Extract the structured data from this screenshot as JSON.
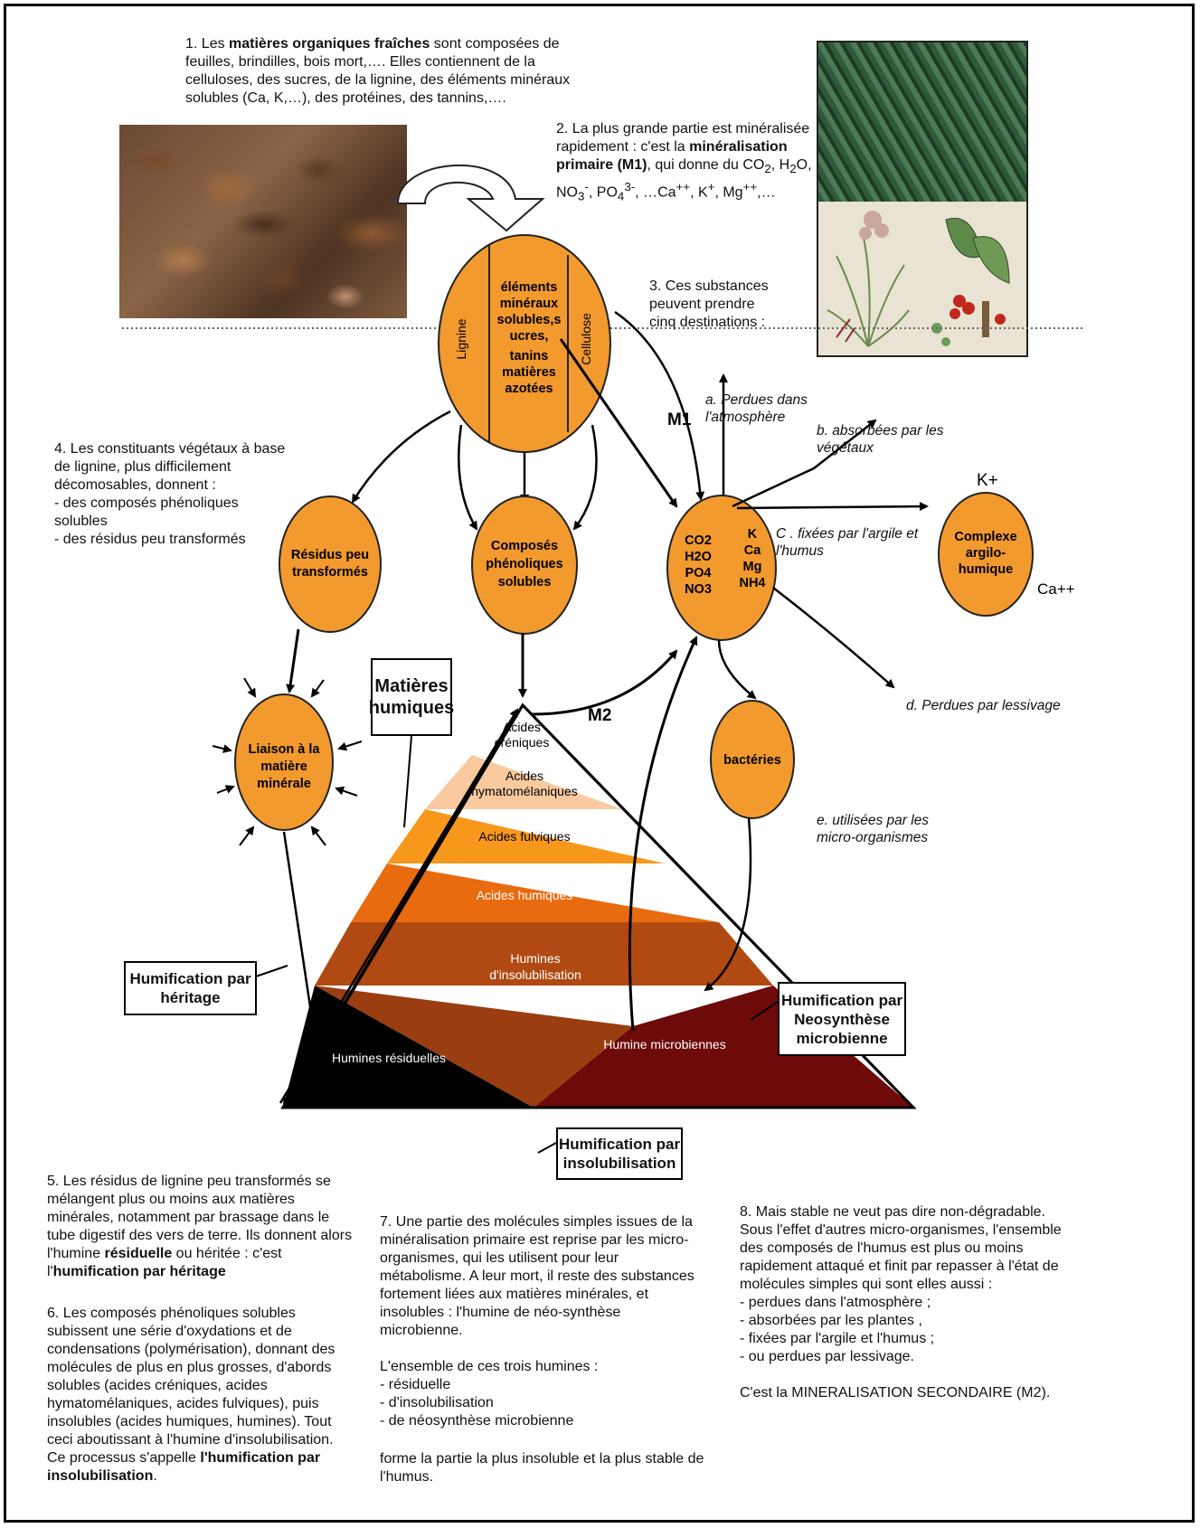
{
  "texts": {
    "t1_a": "1. Les ",
    "t1_b": "matières organiques fraîches",
    "t1_c": " sont composées de feuilles, brindilles, bois mort,…. Elles contiennent de la celluloses, des sucres, de la lignine, des éléments minéraux solubles (Ca, K,…), des protéines, des tannins,….",
    "t2_a": "2. La plus grande partie est minéralisée rapidement : c'est la ",
    "t2_b": "minéralisation primaire (M1)",
    "t2_c": ", qui donne du CO",
    "t2_sub2": "2",
    "t2_d": ", H",
    "t2_sub2b": "2",
    "t2_e": "O, NO",
    "t2_sub3": "3",
    "t2_sup_minus": "-",
    "t2_f": ", PO",
    "t2_sub4": "4",
    "t2_sup_3minus": "3-",
    "t2_g": ", …Ca",
    "t2_sup_pp": "++",
    "t2_h": ", K",
    "t2_sup_p": "+",
    "t2_i": ",  Mg",
    "t2_sup_pp2": "++",
    "t2_j": ",…",
    "t3": "3. Ces substances peuvent prendre cinq destinations :",
    "t4": "4. Les constituants végétaux à base de lignine, plus difficilement décomosables, donnent :",
    "t4_l1": "- des composés phénoliques solubles",
    "t4_l2": "- des résidus peu transformés",
    "t5_a": "5. Les résidus de lignine peu transformés se mélangent plus ou moins aux matières minérales, notamment par brassage dans le tube digestif des vers de terre. Ils donnent alors l'humine ",
    "t5_b": "résiduelle",
    "t5_c": " ou héritée : c'est l'",
    "t5_d": "humification par héritage",
    "t6_a": "6. Les composés phénoliques solubles subissent une série d'oxydations et de condensations (polymérisation), donnant des molécules de plus en plus grosses, d'abords solubles (acides créniques, acides hymatomélaniques, acides fulviques), puis insolubles (acides humiques, humines). Tout ceci aboutissant à l'humine d'insolubilisation.",
    "t6_b": " Ce processus s'appelle ",
    "t6_c": "l'humification par insolubilisation",
    "t6_d": ".",
    "t7": "7. Une partie des molécules simples issues de la minéralisation primaire est reprise par les micro-organismes, qui les utilisent pour leur métabolisme. A  leur mort, il reste des substances fortement liées aux matières minérales, et insolubles : l'humine de néo-synthèse microbienne.",
    "t7_b": "L'ensemble de ces trois humines :",
    "t7_l1": "- résiduelle",
    "t7_l2": "- d'insolubilisation",
    "t7_l3": "- de néosynthèse microbienne",
    "t7_c": "forme la partie la plus insoluble et la plus stable de l'humus.",
    "t8": "8. Mais stable ne veut pas dire non-dégradable. Sous l'effet d'autres micro-organismes, l'ensemble des composés de l'humus est plus ou moins rapidement attaqué et finit par repasser à l'état de molécules simples qui sont elles aussi :",
    "t8_l1": "- perdues dans l'atmosphère ;",
    "t8_l2": "- absorbées par les plantes ,",
    "t8_l3": "- fixées par l'argile et l'humus ;",
    "t8_l4": "- ou perdues par lessivage.",
    "t8_b": "C'est la MINERALISATION SECONDAIRE (M2)."
  },
  "destinations": {
    "a": "a. Perdues dans l'atmosphère",
    "b": "b. absorbées par les végétaux",
    "c": "C . fixées par  l'argile et l'humus",
    "d": "d. Perdues par lessivage",
    "e": "e. utilisées par les micro-organismes"
  },
  "boxes": {
    "matieres_humiques": "Matières humiques",
    "heritage": "Humification par héritage",
    "neosynthese": "Humification par Neosynthèse microbienne",
    "insolubilisation": "Humification par insolubilisation"
  },
  "nodes": {
    "lignine": "Lignine",
    "cellulose": "Cellulose",
    "center": [
      "éléments",
      "minéraux",
      "solubles,s",
      "ucres,",
      "tanins",
      "matières",
      "azotées"
    ],
    "residus": [
      "Résidus peu",
      "transformés"
    ],
    "composes": [
      "Composés",
      "phénoliques",
      "solubles"
    ],
    "mineraux_left": [
      "CO2",
      "H2O",
      "PO4",
      "NO3"
    ],
    "mineraux_right": [
      "K",
      "Ca",
      "Mg",
      "NH4"
    ],
    "complexe": [
      "Complexe",
      "argilo-",
      "humique"
    ],
    "k_plus": "K+",
    "ca_pp": "Ca++",
    "liaison": [
      "Liaison à la",
      "matière",
      "minérale"
    ],
    "bacteries": "bactéries",
    "m1": "M1",
    "m2": "M2"
  },
  "pyramid": {
    "layers": [
      "Acides créniques",
      "Acides hymatomélaniques",
      "Acides fulviques",
      "Acides humiques"
    ],
    "creniques": [
      "Acides",
      "créniques"
    ],
    "hymato": [
      "Acides",
      "hymatomélaniques"
    ],
    "fulviques": "Acides fulviques",
    "humiques": "Acides humiques",
    "humines_insol": [
      "Humines",
      "d'insolubilisation"
    ],
    "humines_resid": "Humines  résiduelles",
    "humine_micro": "Humine microbiennes"
  },
  "colors": {
    "node_orange": "#F29A2E",
    "creniques": "#FFFFFF",
    "hymato": "#F9C9A0",
    "fulviques": "#F7981D",
    "humiques": "#E96B10",
    "humines_insol": "#B04A12",
    "humines_resid": "#000000",
    "humine_micro": "#6E0A0A"
  }
}
